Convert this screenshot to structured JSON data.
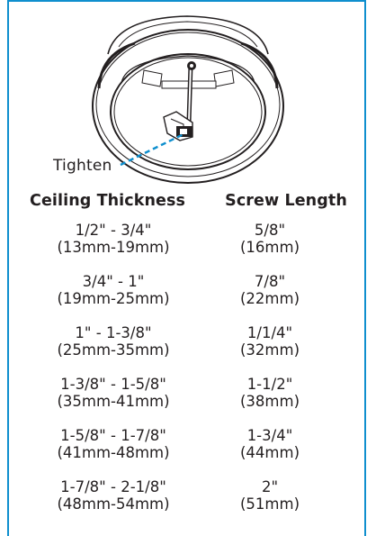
{
  "illustration": {
    "label": "Tighten",
    "accent_color": "#0f8fce"
  },
  "table": {
    "headers": {
      "ceiling": "Ceiling Thickness",
      "screw": "Screw Length"
    },
    "rows": [
      {
        "thick_in": "1/2\" - 3/4\"",
        "thick_mm": "(13mm-19mm)",
        "screw_in": "5/8\"",
        "screw_mm": "(16mm)"
      },
      {
        "thick_in": "3/4\" - 1\"",
        "thick_mm": "(19mm-25mm)",
        "screw_in": "7/8\"",
        "screw_mm": "(22mm)"
      },
      {
        "thick_in": "1\" - 1-3/8\"",
        "thick_mm": "(25mm-35mm)",
        "screw_in": "1/1/4\"",
        "screw_mm": "(32mm)"
      },
      {
        "thick_in": "1-3/8\" - 1-5/8\"",
        "thick_mm": "(35mm-41mm)",
        "screw_in": "1-1/2\"",
        "screw_mm": "(38mm)"
      },
      {
        "thick_in": "1-5/8\" - 1-7/8\"",
        "thick_mm": "(41mm-48mm)",
        "screw_in": "1-3/4\"",
        "screw_mm": "(44mm)"
      },
      {
        "thick_in": "1-7/8\" - 2-1/8\"",
        "thick_mm": "(48mm-54mm)",
        "screw_in": "2\"",
        "screw_mm": "(51mm)"
      }
    ]
  }
}
